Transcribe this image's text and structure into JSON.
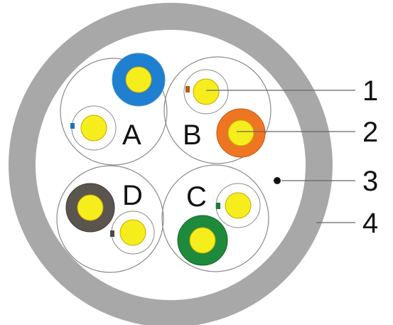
{
  "pairs": [
    {
      "label": "A",
      "insulation_color": "#1f7fd0",
      "stripe_color": "#1f6fc0"
    },
    {
      "label": "B",
      "insulation_color": "#ee7622",
      "stripe_color": "#b85a1a"
    },
    {
      "label": "C",
      "insulation_color": "#1e8a3c",
      "stripe_color": "#1a7a3a"
    },
    {
      "label": "D",
      "insulation_color": "#5b5550",
      "stripe_color": "#4a4a4a"
    }
  ],
  "callouts": [
    "1",
    "2",
    "3",
    "4"
  ],
  "colors": {
    "jacket": "#a8a8a8",
    "filler": "#ffffff",
    "conductor": "#f6ee1c",
    "outline": "#8a8a8a",
    "leader": "#666666"
  }
}
